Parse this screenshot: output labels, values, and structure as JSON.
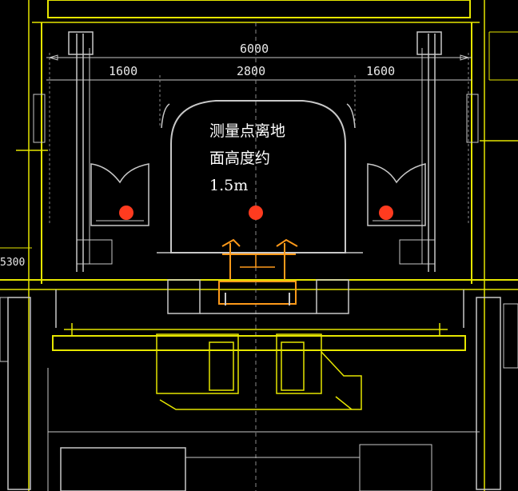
{
  "dimensions": {
    "overall": "6000",
    "left": "1600",
    "center": "2800",
    "right": "1600",
    "side": "5300"
  },
  "note": {
    "line1": "测量点离地",
    "line2": "面高度约",
    "line3": "1.5m"
  },
  "measurement_points": [
    {
      "label": "left-point"
    },
    {
      "label": "center-point"
    },
    {
      "label": "right-point"
    }
  ],
  "colors": {
    "background": "#000000",
    "structure": "#e6e600",
    "outline": "#c8c8c8",
    "equipment": "#ff9a1a",
    "measurement_point": "#ff3b1f"
  }
}
